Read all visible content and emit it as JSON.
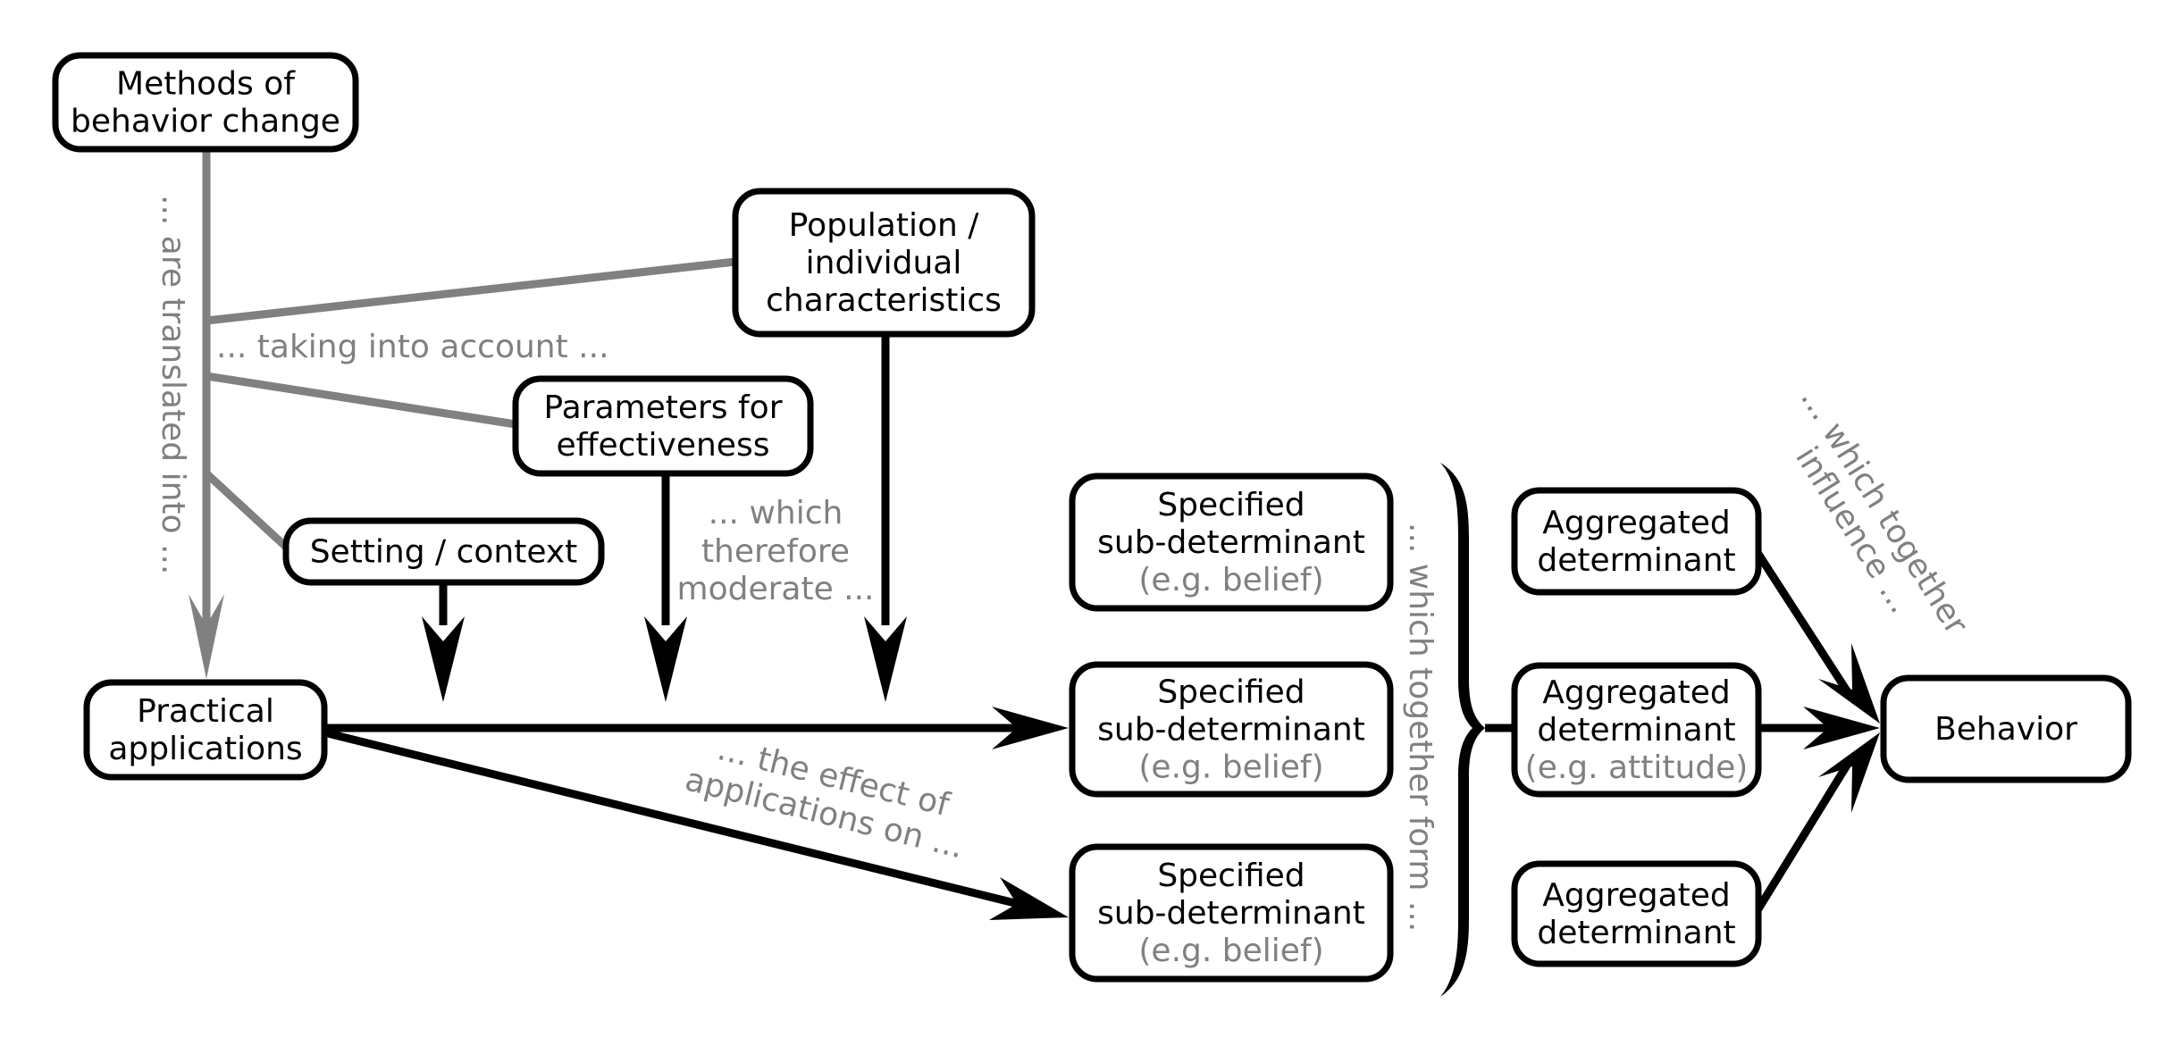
{
  "diagram": {
    "colors": {
      "primary": "#000000",
      "annotation": "#808080",
      "background": "#ffffff"
    },
    "nodes": {
      "methods": {
        "lines": [
          "Methods of",
          "behavior change"
        ]
      },
      "population": {
        "lines": [
          "Population /",
          "individual",
          "characteristics"
        ]
      },
      "parameters": {
        "lines": [
          "Parameters for",
          "effectiveness"
        ]
      },
      "setting": {
        "lines": [
          "Setting / context"
        ]
      },
      "practical": {
        "lines": [
          "Practical",
          "applications"
        ]
      },
      "specified_1": {
        "lines": [
          "Specified",
          "sub-determinant"
        ],
        "example": "(e.g. belief)"
      },
      "specified_2": {
        "lines": [
          "Specified",
          "sub-determinant"
        ],
        "example": "(e.g. belief)"
      },
      "specified_3": {
        "lines": [
          "Specified",
          "sub-determinant"
        ],
        "example": "(e.g. belief)"
      },
      "aggregated_1": {
        "lines": [
          "Aggregated",
          "determinant"
        ]
      },
      "aggregated_2": {
        "lines": [
          "Aggregated",
          "determinant"
        ],
        "example": "(e.g. attitude)"
      },
      "aggregated_3": {
        "lines": [
          "Aggregated",
          "determinant"
        ]
      },
      "behavior": {
        "lines": [
          "Behavior"
        ]
      }
    },
    "annotations": {
      "translated": "... are translated into ...",
      "taking_account": "... taking into account ...",
      "moderate": [
        "... which",
        "therefore",
        "moderate ..."
      ],
      "effect": [
        "... the effect of",
        "applications on ..."
      ],
      "together_form": "... which together form ...",
      "together_influence": [
        "... which together",
        "influence ..."
      ]
    }
  }
}
